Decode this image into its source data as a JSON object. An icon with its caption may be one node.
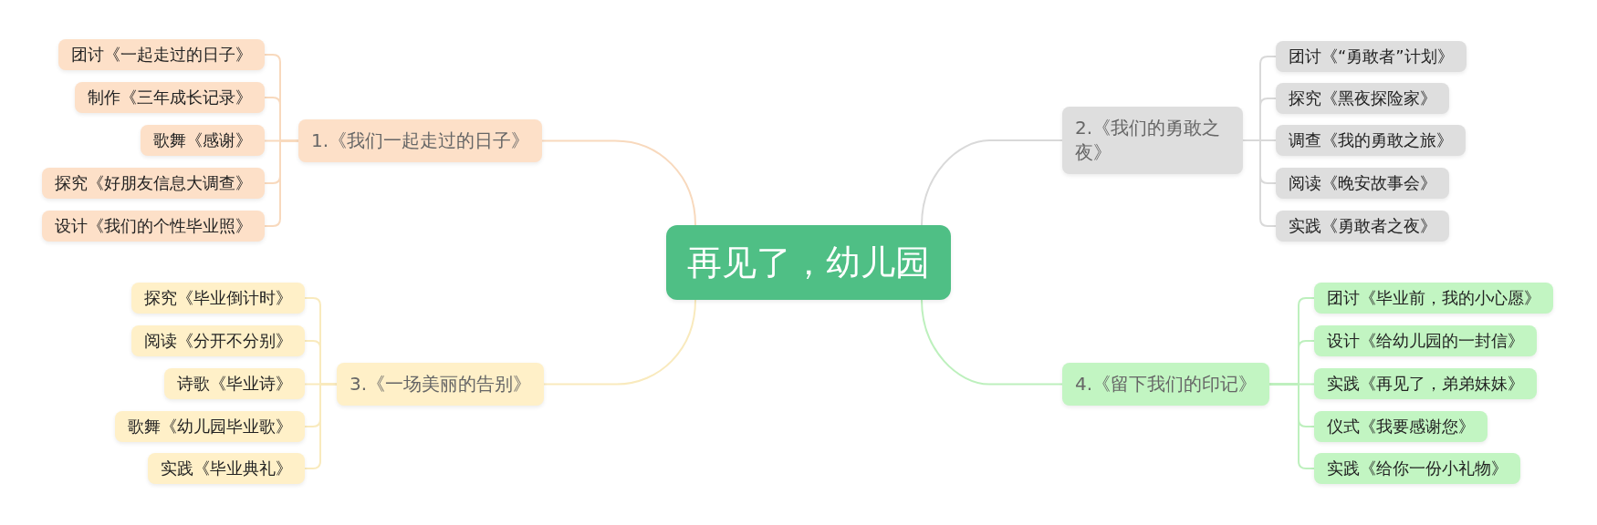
{
  "diagram": {
    "nodes": [
      {
        "text": [
          "再见了，幼儿园"
        ]
      },
      {
        "text": [
          "1.《我们一起走过的日子》"
        ]
      },
      {
        "text": [
          "团讨《一起走过的日子》"
        ]
      },
      {
        "text": [
          "制作《三年成长记录》"
        ]
      },
      {
        "text": [
          "歌舞《感谢》"
        ]
      },
      {
        "text": [
          "探究《好朋友信息大调查》"
        ]
      },
      {
        "text": [
          "设计《我们的个性毕业照》"
        ]
      },
      {
        "text": [
          "2.《我们的勇敢之夜》"
        ]
      },
      {
        "text": [
          "团讨《“勇敢者”计划》"
        ]
      },
      {
        "text": [
          "探究《黑夜探险家》"
        ]
      },
      {
        "text": [
          "调查《我的勇敢之旅》"
        ]
      },
      {
        "text": [
          "阅读《晚安故事会》"
        ]
      },
      {
        "text": [
          "实践《勇敢者之夜》"
        ]
      },
      {
        "text": [
          "3.《一场美丽的告别》"
        ]
      },
      {
        "text": [
          "探究《毕业倒计时》"
        ]
      },
      {
        "text": [
          "阅读《分开不分别》"
        ]
      },
      {
        "text": [
          "诗歌《毕业诗》"
        ]
      },
      {
        "text": [
          "歌舞《幼儿园毕业歌》"
        ]
      },
      {
        "text": [
          "实践《毕业典礼》"
        ]
      },
      {
        "text": [
          "4.《留下我们的印记》"
        ]
      },
      {
        "text": [
          "团讨《毕业前，我的小心愿》"
        ]
      },
      {
        "text": [
          "设计《给幼儿园的一封信》"
        ]
      },
      {
        "text": [
          "实践《再见了，弟弟妹妹》"
        ]
      },
      {
        "text": [
          "仪式《我要感谢您》"
        ]
      },
      {
        "text": [
          "实践《给你一份小礼物》"
        ]
      }
    ],
    "edges": [
      {
        "from": 0,
        "to": 1,
        "arrow": "none",
        "color": "#f8d9bd"
      },
      {
        "from": 1,
        "to": 2,
        "arrow": "none",
        "color": "#f8d9bd"
      },
      {
        "from": 1,
        "to": 3,
        "arrow": "none",
        "color": "#f8d9bd"
      },
      {
        "from": 1,
        "to": 4,
        "arrow": "none",
        "color": "#f8d9bd"
      },
      {
        "from": 1,
        "to": 5,
        "arrow": "none",
        "color": "#f8d9bd"
      },
      {
        "from": 1,
        "to": 6,
        "arrow": "none",
        "color": "#f8d9bd"
      },
      {
        "from": 0,
        "to": 7,
        "arrow": "none",
        "color": "#d9d9d9"
      },
      {
        "from": 7,
        "to": 8,
        "arrow": "none",
        "color": "#d9d9d9"
      },
      {
        "from": 7,
        "to": 9,
        "arrow": "none",
        "color": "#d9d9d9"
      },
      {
        "from": 7,
        "to": 10,
        "arrow": "none",
        "color": "#d9d9d9"
      },
      {
        "from": 7,
        "to": 11,
        "arrow": "none",
        "color": "#d9d9d9"
      },
      {
        "from": 7,
        "to": 12,
        "arrow": "none",
        "color": "#d9d9d9"
      },
      {
        "from": 0,
        "to": 13,
        "arrow": "none",
        "color": "#f9eabd"
      },
      {
        "from": 13,
        "to": 14,
        "arrow": "none",
        "color": "#f9eabd"
      },
      {
        "from": 13,
        "to": 15,
        "arrow": "none",
        "color": "#f9eabd"
      },
      {
        "from": 13,
        "to": 16,
        "arrow": "none",
        "color": "#f9eabd"
      },
      {
        "from": 13,
        "to": 17,
        "arrow": "none",
        "color": "#f9eabd"
      },
      {
        "from": 13,
        "to": 18,
        "arrow": "none",
        "color": "#f9eabd"
      },
      {
        "from": 0,
        "to": 19,
        "arrow": "none",
        "color": "#bdf0bd"
      },
      {
        "from": 19,
        "to": 20,
        "arrow": "none",
        "color": "#bdf0bd"
      },
      {
        "from": 19,
        "to": 21,
        "arrow": "none",
        "color": "#bdf0bd"
      },
      {
        "from": 19,
        "to": 22,
        "arrow": "none",
        "color": "#bdf0bd"
      },
      {
        "from": 19,
        "to": 23,
        "arrow": "none",
        "color": "#bdf0bd"
      },
      {
        "from": 19,
        "to": 24,
        "arrow": "none",
        "color": "#bdf0bd"
      }
    ]
  }
}
